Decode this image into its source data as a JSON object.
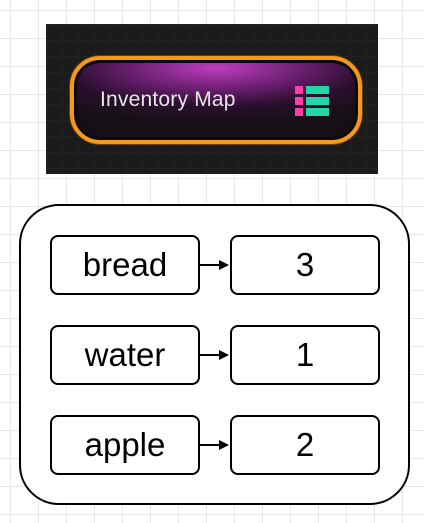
{
  "node": {
    "label": "Inventory Map",
    "icon": "map-icon",
    "colors": {
      "border": "#f39a18",
      "header": "#bd3dc1",
      "icon_key": "#ff3ea5",
      "icon_value": "#22d6a8"
    }
  },
  "map": {
    "entries": [
      {
        "key": "bread",
        "value": "3"
      },
      {
        "key": "water",
        "value": "1"
      },
      {
        "key": "apple",
        "value": "2"
      }
    ]
  }
}
